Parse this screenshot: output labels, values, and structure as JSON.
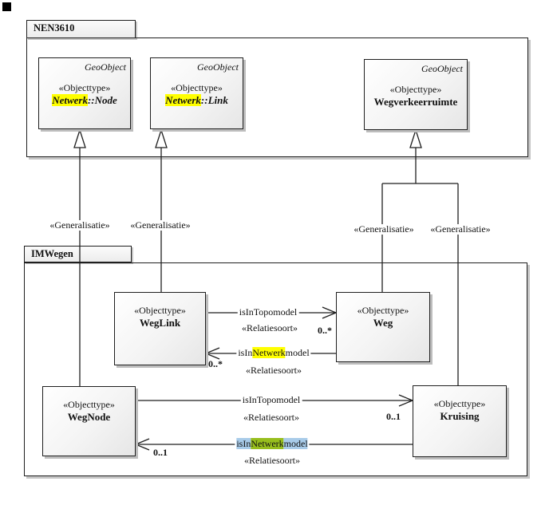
{
  "diagram": {
    "packages": {
      "nen3610": {
        "name": "NEN3610"
      },
      "imwegen": {
        "name": "IMWegen"
      }
    },
    "classes": {
      "node": {
        "classifier": "GeoObject",
        "stereotype": "«Objecttype»",
        "name_hl": "Netwerk",
        "name_rest": "::Node"
      },
      "link": {
        "classifier": "GeoObject",
        "stereotype": "«Objecttype»",
        "name_hl": "Netwerk",
        "name_rest": "::Link"
      },
      "wegverkeerruimte": {
        "classifier": "GeoObject",
        "stereotype": "«Objecttype»",
        "name": "Wegverkeerruimte"
      },
      "weglink": {
        "stereotype": "«Objecttype»",
        "name": "WegLink"
      },
      "weg": {
        "stereotype": "«Objecttype»",
        "name": "Weg"
      },
      "wegnode": {
        "stereotype": "«Objecttype»",
        "name": "WegNode"
      },
      "kruising": {
        "stereotype": "«Objecttype»",
        "name": "Kruising"
      }
    },
    "generalisations": {
      "g1": {
        "label": "«Generalisatie»"
      },
      "g2": {
        "label": "«Generalisatie»"
      },
      "g3": {
        "label": "«Generalisatie»"
      },
      "g4": {
        "label": "«Generalisatie»"
      }
    },
    "relations": {
      "weglink_to_weg": {
        "name": "isInTopomodel",
        "stereotype": "«Relatiesoort»",
        "multiplicity": "0..*"
      },
      "weg_to_weglink": {
        "pre": "isIn",
        "hl": "Netwerk",
        "post": "model",
        "stereotype": "«Relatiesoort»",
        "multiplicity": "0..*"
      },
      "wegnode_to_kruising": {
        "name": "isInTopomodel",
        "stereotype": "«Relatiesoort»",
        "multiplicity": "0..1"
      },
      "kruising_to_wegnode": {
        "pre": "isIn",
        "hl": "Netwerk",
        "post": "model",
        "stereotype": "«Relatiesoort»",
        "multiplicity": "0..1"
      }
    },
    "colors": {
      "highlight_yellow": "#ffff00",
      "selection_blue": "#a8cbe9",
      "selection_green": "#97be1d",
      "box_border": "#1f1f1f",
      "box_fill_top": "#ffffff",
      "box_fill_bottom": "#e6e6e6",
      "shadow": "#bdbdbd"
    }
  }
}
